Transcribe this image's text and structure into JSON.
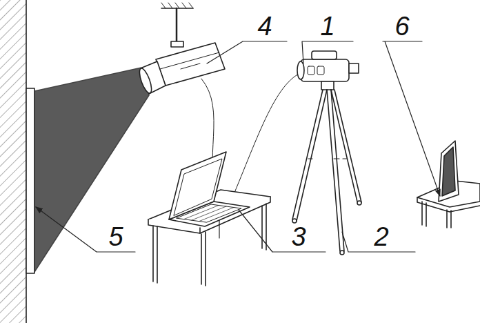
{
  "diagram": {
    "labels": [
      "4",
      "1",
      "6",
      "5",
      "3",
      "2"
    ]
  }
}
